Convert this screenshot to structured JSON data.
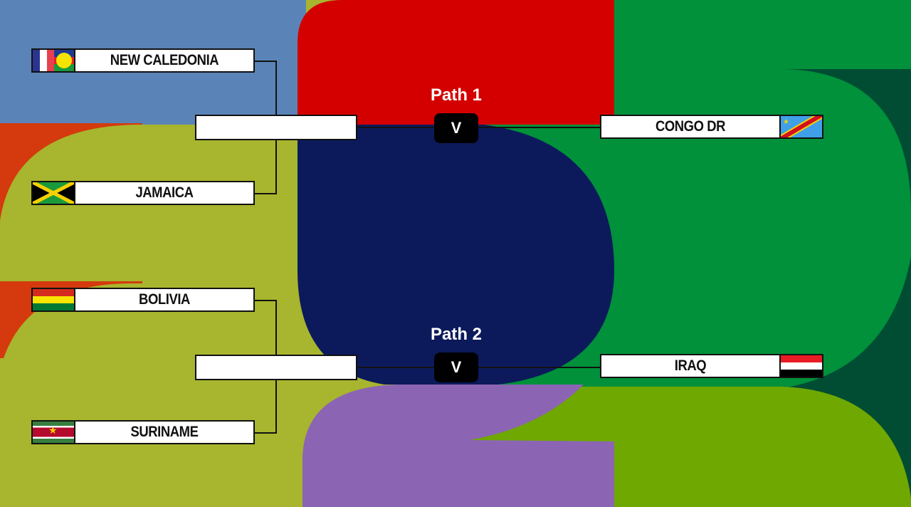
{
  "colors": {
    "blue": "#5a84b8",
    "orange": "#d43a0e",
    "olive": "#a8b52e",
    "red": "#d40000",
    "navy": "#0c1a5c",
    "green": "#00913a",
    "dark_green": "#004d33",
    "lime": "#6ea800",
    "purple": "#8c64b4"
  },
  "paths": [
    {
      "label": "Path 1",
      "vs": "V",
      "left_teams": [
        "NEW CALEDONIA",
        "JAMAICA"
      ],
      "right_team": "CONGO DR"
    },
    {
      "label": "Path 2",
      "vs": "V",
      "left_teams": [
        "BOLIVIA",
        "SURINAME"
      ],
      "right_team": "IRAQ"
    }
  ],
  "flags": {
    "new_caledonia": "new-caledonia-flag",
    "jamaica": "jamaica-flag",
    "bolivia": "bolivia-flag",
    "suriname": "suriname-flag",
    "congo_dr": "congo-dr-flag",
    "iraq": "iraq-flag"
  }
}
